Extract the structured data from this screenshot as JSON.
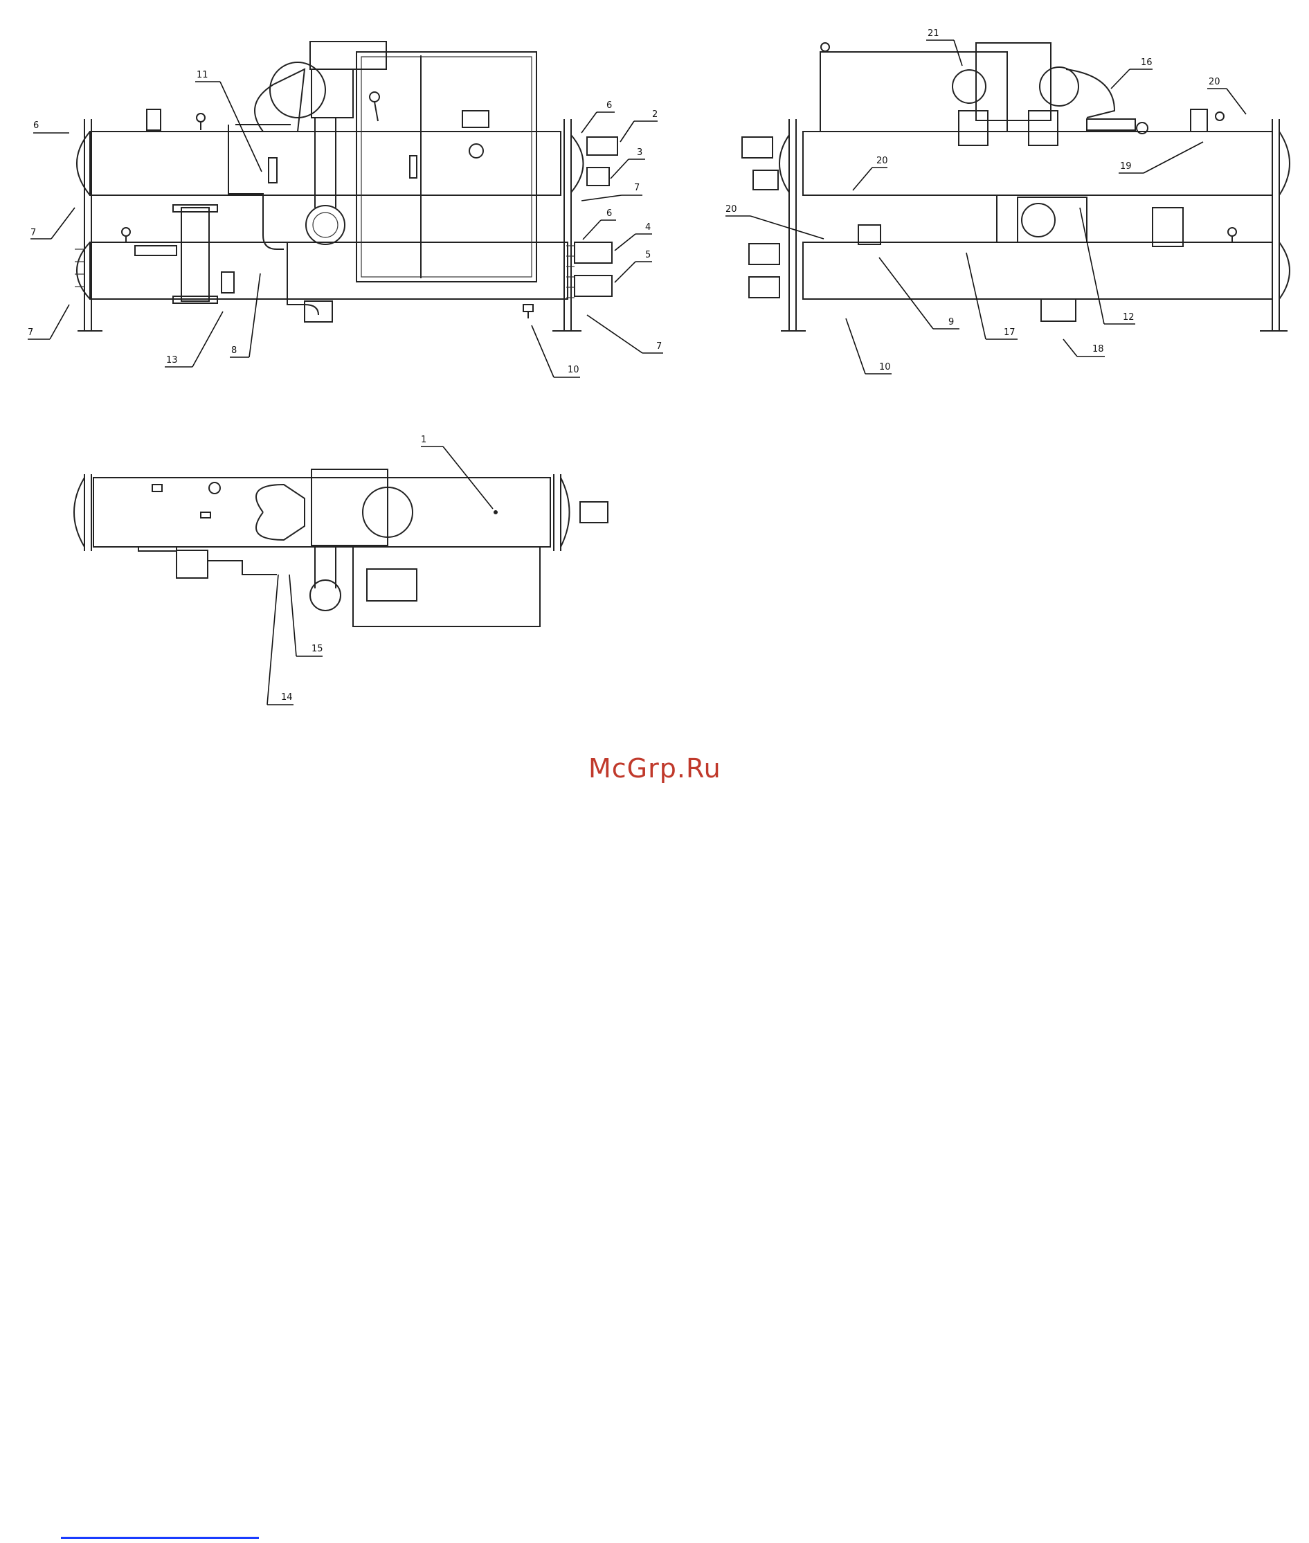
{
  "watermark": "McGrp.Ru",
  "views": {
    "front": {
      "callouts": [
        "6",
        "7",
        "7",
        "11",
        "13",
        "8",
        "10",
        "7",
        "5",
        "4",
        "6",
        "7",
        "3",
        "2",
        "6"
      ]
    },
    "rear": {
      "callouts": [
        "21",
        "16",
        "20",
        "20",
        "19",
        "20",
        "9",
        "17",
        "12",
        "18",
        "10"
      ]
    },
    "top": {
      "callouts": [
        "1",
        "15",
        "14"
      ]
    }
  },
  "colors": {
    "line": "#222222",
    "watermark": "#c0392b",
    "footer_link": "#1a3cff"
  }
}
